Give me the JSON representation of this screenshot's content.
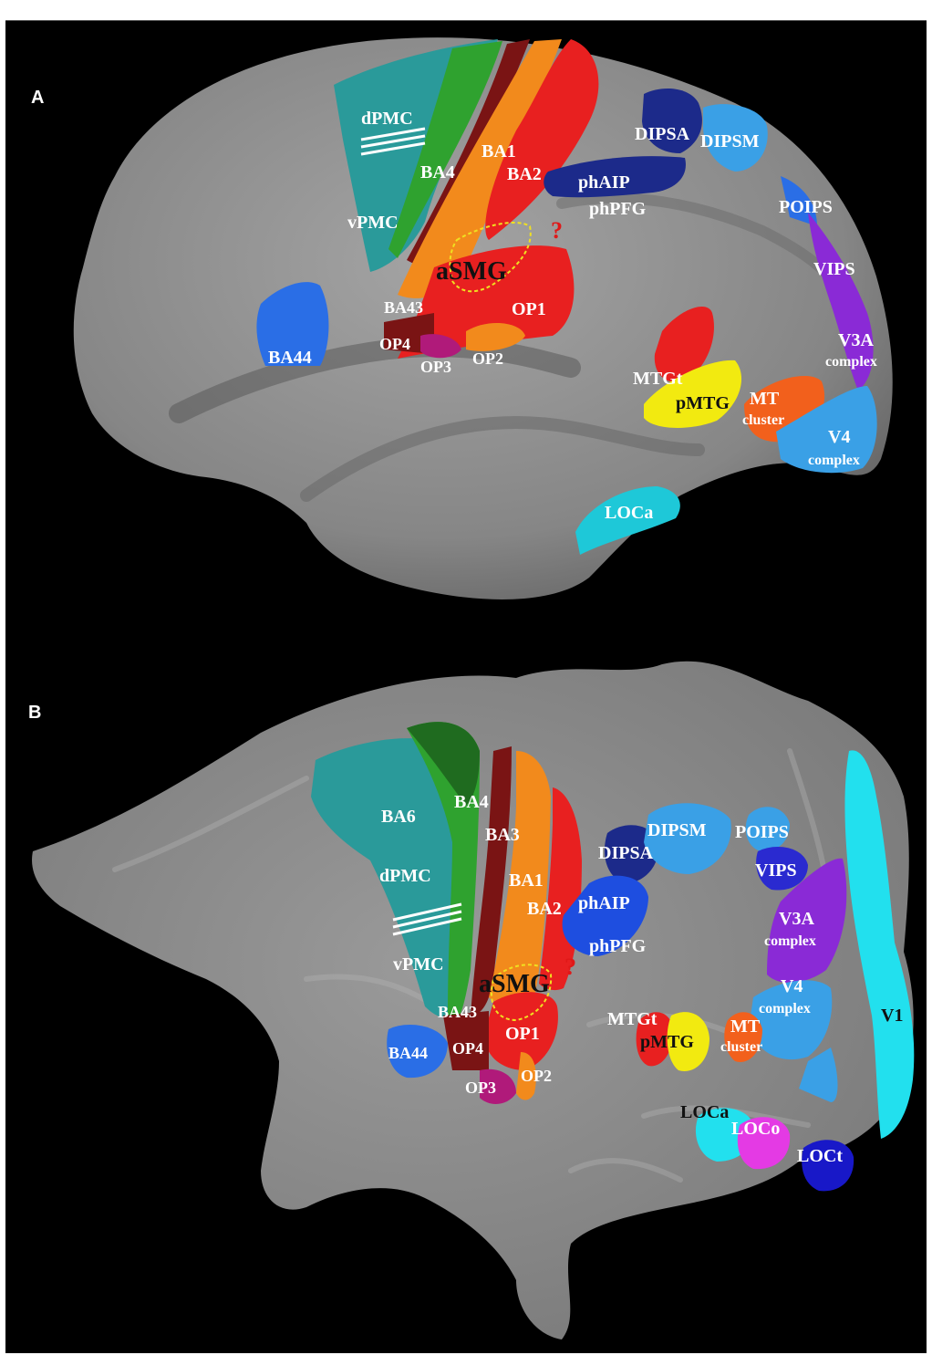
{
  "panels": {
    "a": {
      "letter": "A",
      "labels": {
        "dPMC": "dPMC",
        "vPMC": "vPMC",
        "BA4": "BA4",
        "BA1": "BA1",
        "BA2": "BA2",
        "aSMG": "aSMG",
        "BA43": "BA43",
        "OP1": "OP1",
        "OP4": "OP4",
        "OP3": "OP3",
        "OP2": "OP2",
        "BA44": "BA44",
        "DIPSA": "DIPSA",
        "DIPSM": "DIPSM",
        "phAIP": "phAIP",
        "phPFG": "phPFG",
        "POIPS": "POIPS",
        "VIPS": "VIPS",
        "V3A": "V3A",
        "V3A_sub": "complex",
        "MTGt": "MTGt",
        "pMTG": "pMTG",
        "MT": "MT",
        "MT_sub": "cluster",
        "V4": "V4",
        "V4_sub": "complex",
        "LOCa": "LOCa",
        "question": "?"
      }
    },
    "b": {
      "letter": "B",
      "labels": {
        "BA6": "BA6",
        "BA4": "BA4",
        "BA3": "BA3",
        "dPMC": "dPMC",
        "BA1": "BA1",
        "BA2": "BA2",
        "vPMC": "vPMC",
        "aSMG": "aSMG",
        "BA43": "BA43",
        "OP1": "OP1",
        "OP4": "OP4",
        "BA44": "BA44",
        "OP3": "OP3",
        "OP2": "OP2",
        "DIPSM": "DIPSM",
        "POIPS": "POIPS",
        "DIPSA": "DIPSA",
        "VIPS": "VIPS",
        "phAIP": "phAIP",
        "phPFG": "phPFG",
        "V3A": "V3A",
        "V3A_sub": "complex",
        "V4": "V4",
        "V4_sub": "complex",
        "V1": "V1",
        "MTGt": "MTGt",
        "pMTG": "pMTG",
        "MT": "MT",
        "MT_sub": "cluster",
        "LOCa": "LOCa",
        "LOCo": "LOCo",
        "LOCt": "LOCt",
        "question": "?"
      }
    }
  },
  "colors": {
    "background": "#000000",
    "cortex_gray": "#8c8c8c",
    "teal": "#2a9a9a",
    "dark_green": "#1f6b1f",
    "green": "#2fa22f",
    "maroon": "#7a1414",
    "orange": "#f28a1c",
    "red": "#e82020",
    "blue": "#2a6ee6",
    "navy": "#1c2a8a",
    "sky": "#3aa0e6",
    "purple": "#8a2ad6",
    "yellow": "#f2ea10",
    "cyan": "#22e0ee",
    "magenta": "#e43ae4",
    "dark_magenta": "#b01a7a",
    "dashed_yellow": "#f0e020"
  }
}
